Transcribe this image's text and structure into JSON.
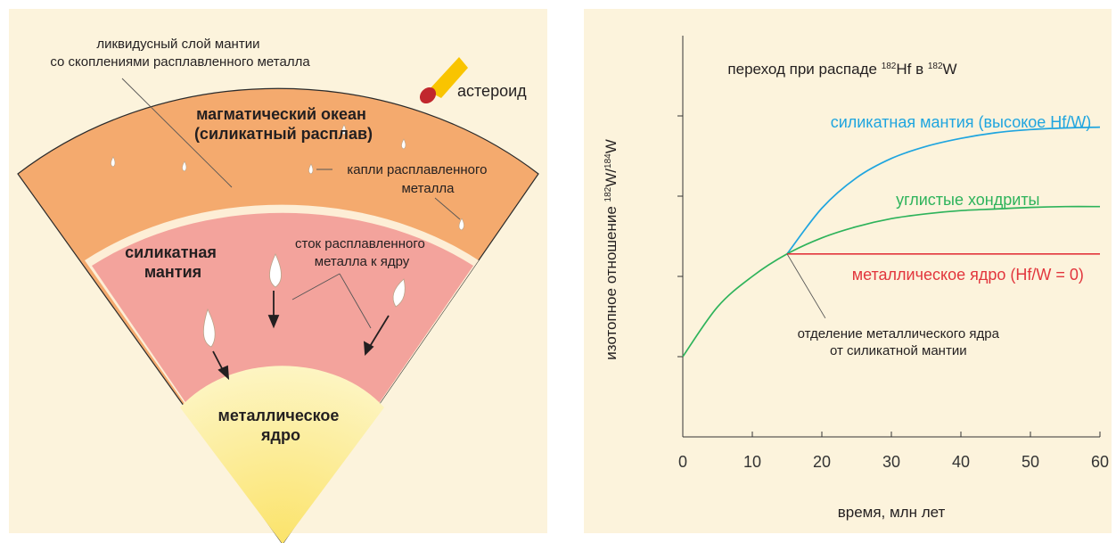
{
  "diagram": {
    "liquidus_label": [
      "ликвидусный слой мантии",
      "со скоплениями расплавленного металла"
    ],
    "asteroid_label": "астероид",
    "magma_ocean_label": [
      "магматический океан",
      "(силикатный расплав)"
    ],
    "droplets_label": [
      "капли расплавленного",
      "металла"
    ],
    "mantle_label": [
      "силикатная",
      "мантия"
    ],
    "sink_label": [
      "сток расплавленного",
      "металла к ядру"
    ],
    "core_label": [
      "металлическое",
      "ядро"
    ],
    "colors": {
      "magma_ocean": "#f4aa6e",
      "liquidus_layer": "#fdeed6",
      "mantle": "#f3a39c",
      "core_inner": "#fbe36a",
      "core_outer": "#fdf5c3",
      "asteroid_body": "#c1272d",
      "asteroid_tail": "#f9c400"
    }
  },
  "chart_data": {
    "type": "line",
    "title_parts": [
      "переход  при распаде ",
      "182",
      "Hf в ",
      "182",
      "W"
    ],
    "xlabel": "время, млн лет",
    "ylabel_parts": [
      "изотопное отношение ",
      "182",
      "W/",
      "184",
      "W"
    ],
    "xlim": [
      0,
      60
    ],
    "ylim": [
      0,
      5
    ],
    "xticks": [
      0,
      10,
      20,
      30,
      40,
      50,
      60
    ],
    "yticks": [
      1,
      2,
      3,
      4
    ],
    "series": [
      {
        "name": "силикатная мантия (высокое Hf/W)",
        "color": "#1fa5df",
        "x": [
          15,
          20,
          25,
          30,
          35,
          40,
          45,
          50,
          55,
          60
        ],
        "y": [
          2.28,
          2.85,
          3.23,
          3.47,
          3.62,
          3.72,
          3.79,
          3.83,
          3.85,
          3.86
        ]
      },
      {
        "name": "углистые хондриты",
        "color": "#2eb35b",
        "x": [
          0,
          5,
          10,
          15,
          20,
          25,
          30,
          35,
          40,
          45,
          50,
          55,
          60
        ],
        "y": [
          1.0,
          1.62,
          2.0,
          2.28,
          2.48,
          2.62,
          2.72,
          2.78,
          2.82,
          2.84,
          2.86,
          2.87,
          2.87
        ]
      },
      {
        "name": "металлическое ядро (Hf/W = 0)",
        "color": "#e2363d",
        "x": [
          15,
          60
        ],
        "y": [
          2.28,
          2.28
        ]
      }
    ],
    "annotation": [
      "отделение металлического ядра",
      "от силикатной мантии"
    ]
  }
}
